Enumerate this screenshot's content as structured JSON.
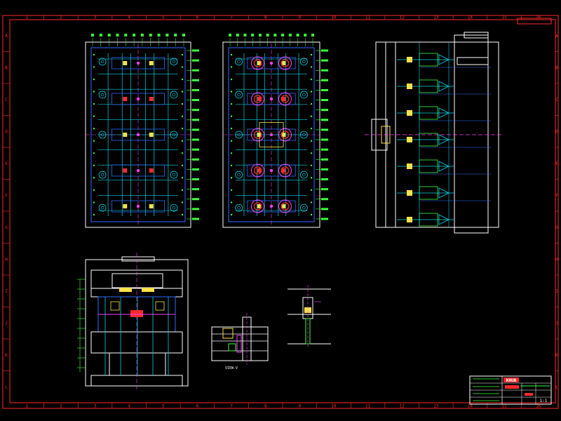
{
  "colors": {
    "background": "#000000",
    "frame": "#ff2a2a",
    "outline": "#ffffff",
    "cyan": "#00d4e6",
    "blue": "#2f6bff",
    "magenta": "#ff3dff",
    "green": "#3cff3c",
    "yellow": "#ffe14a",
    "red": "#ff2a2a",
    "orange": "#ff8c1a"
  },
  "border": {
    "columns": [
      "1",
      "2",
      "3",
      "4",
      "5",
      "6",
      "7",
      "8",
      "9",
      "10",
      "11",
      "12",
      "13",
      "14",
      "15",
      "16"
    ],
    "rows": [
      "A",
      "B",
      "C",
      "D",
      "E",
      "F",
      "G",
      "H",
      "I",
      "J",
      "K",
      "L"
    ]
  },
  "views": {
    "view_label": "VIEW-V"
  },
  "title_block": {
    "company": "KHUB",
    "drawing_no": "1:1"
  }
}
